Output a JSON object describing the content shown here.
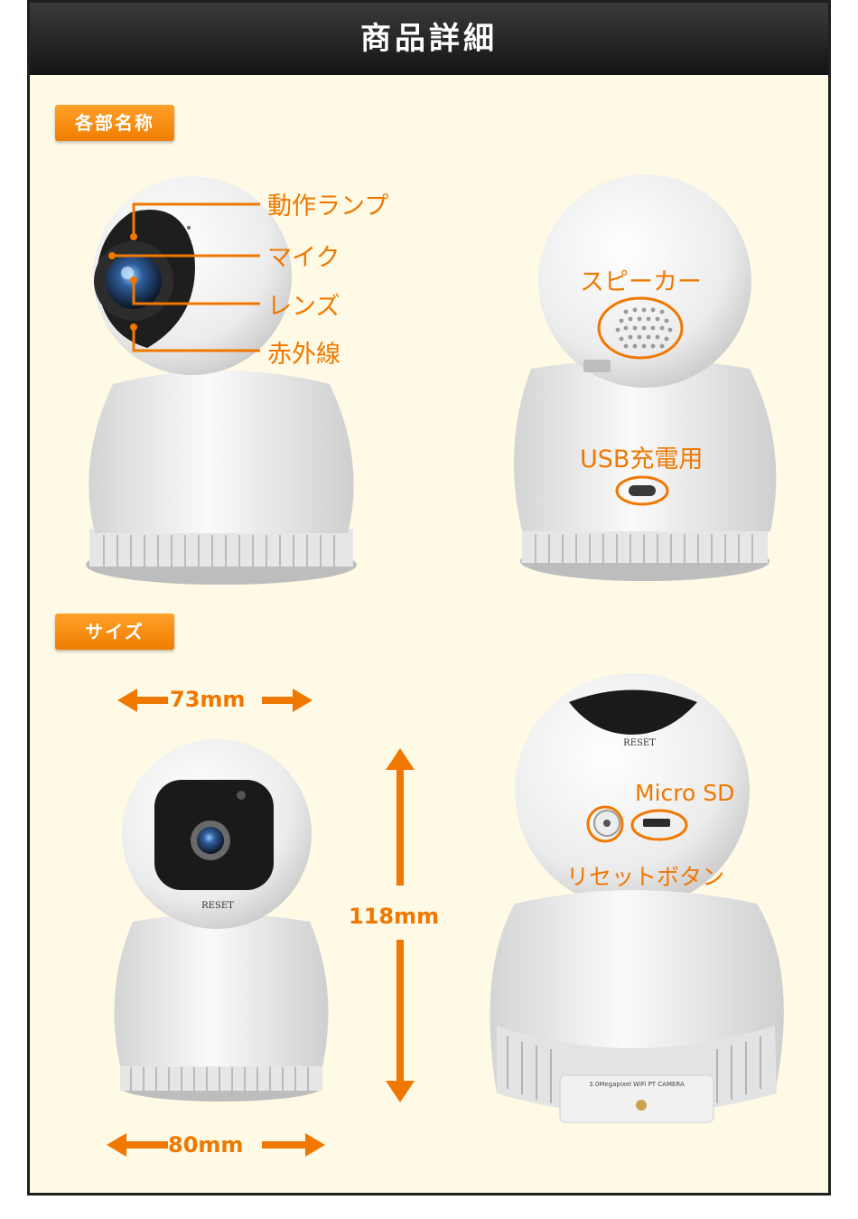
{
  "header": {
    "title": "商品詳細"
  },
  "sections": {
    "parts": {
      "tag": "各部名称"
    },
    "size": {
      "tag": "サイズ"
    }
  },
  "parts_labels": {
    "status_lamp": "動作ランプ",
    "mic": "マイク",
    "lens": "レンズ",
    "infrared": "赤外線",
    "speaker": "スピーカー",
    "usb": "USB充電用"
  },
  "size_labels": {
    "width_top": "73mm",
    "width_bottom": "80mm",
    "height": "118mm",
    "micro_sd": "Micro SD",
    "reset_button": "リセットボタン",
    "reset_print_front": "RESET",
    "reset_print_back": "RESET",
    "device_label": "3.0Megapixel WiFi PT CAMERA"
  },
  "colors": {
    "accent": "#f07800",
    "header_bg": "#1a1a1a",
    "panel_bg": "#fefae6"
  }
}
